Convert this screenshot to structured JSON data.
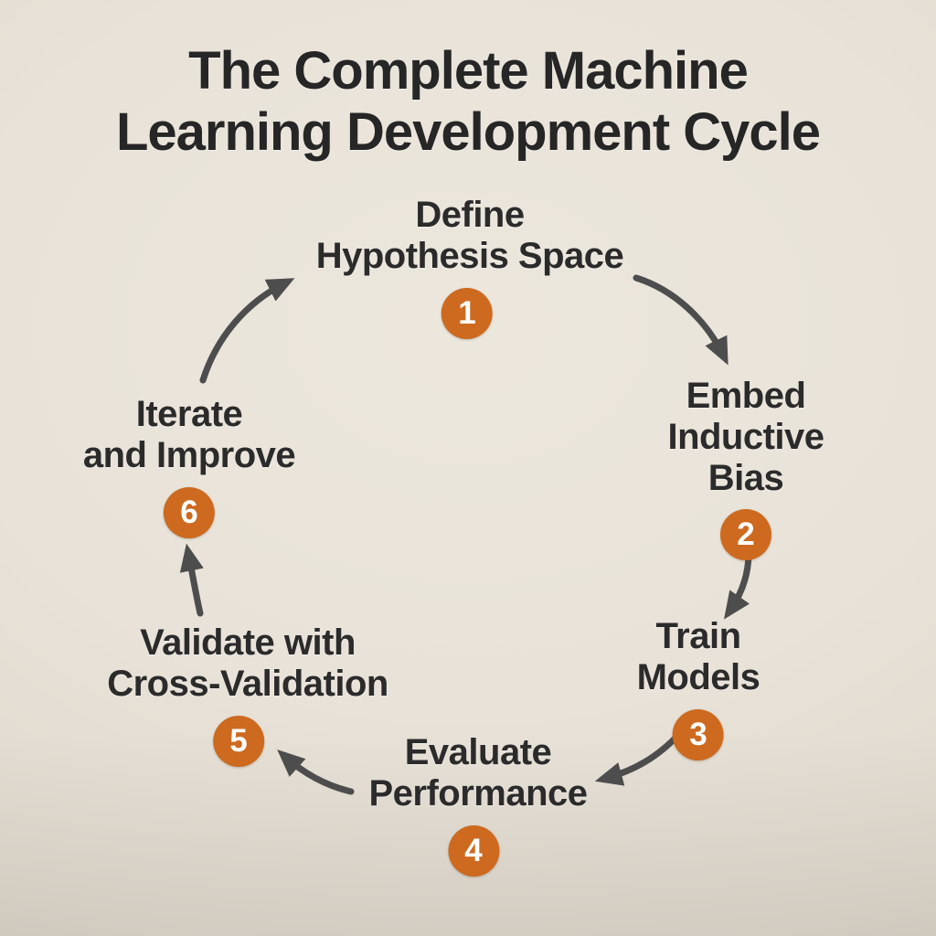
{
  "title": "The Complete Machine\nLearning Development Cycle",
  "steps": [
    {
      "number": "1",
      "label": "Define\nHypothesis Space"
    },
    {
      "number": "2",
      "label": "Embed\nInductive Bias"
    },
    {
      "number": "3",
      "label": "Train\nModels"
    },
    {
      "number": "4",
      "label": "Evaluate\nPerformance"
    },
    {
      "number": "5",
      "label": "Validate with\nCross-Validation"
    },
    {
      "number": "6",
      "label": "Iterate\nand Improve"
    }
  ],
  "flow": {
    "type": "cycle",
    "direction": "clockwise",
    "connections": [
      "1-2",
      "2-3",
      "3-4",
      "4-5",
      "5-6",
      "6-1"
    ]
  },
  "colors": {
    "background": "#e8e2d8",
    "title_text": "#262626",
    "step_text": "#2b2b2b",
    "arrow": "#4d4d4d",
    "badge_fill": "#cd6a1f",
    "badge_text": "#ffffff"
  }
}
